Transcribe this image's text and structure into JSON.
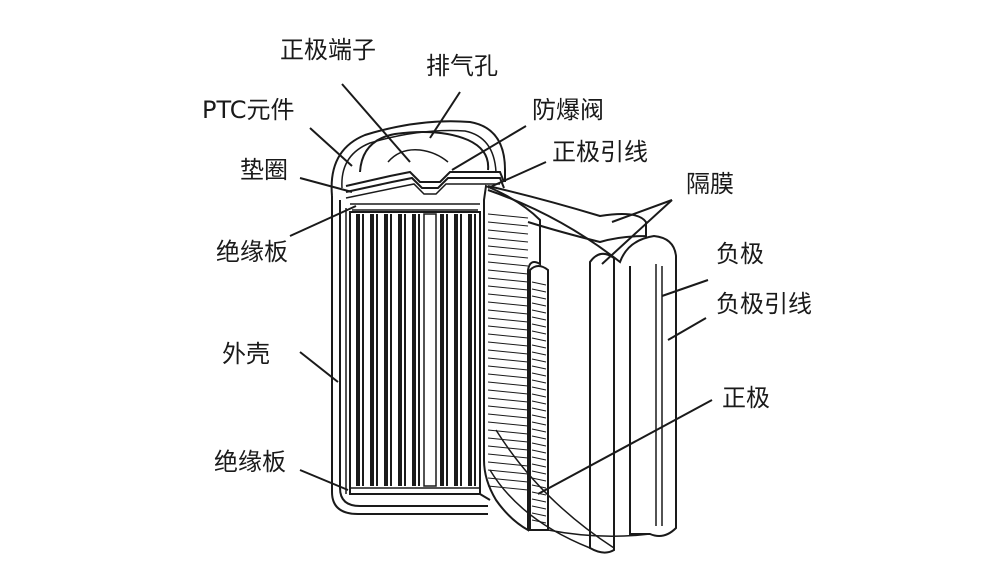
{
  "diagram": {
    "labels": {
      "positive_terminal": "正极端子",
      "vent_hole": "排气孔",
      "ptc_element": "PTC元件",
      "safety_valve": "防爆阀",
      "gasket": "垫圈",
      "positive_lead": "正极引线",
      "separator": "隔膜",
      "insulating_plate_top": "绝缘板",
      "negative_electrode": "负极",
      "negative_lead": "负极引线",
      "outer_case": "外壳",
      "positive_electrode": "正极",
      "insulating_plate_bottom": "绝缘板"
    }
  }
}
